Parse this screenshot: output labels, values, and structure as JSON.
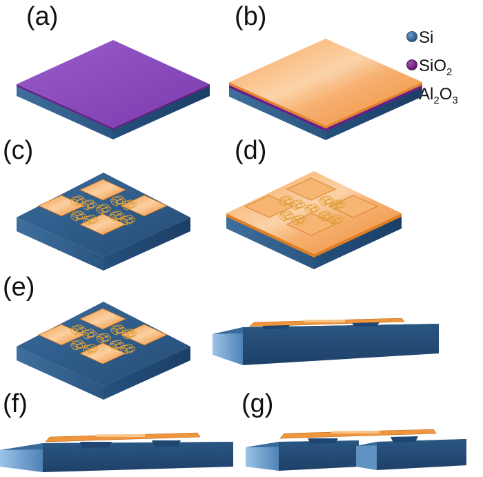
{
  "panels": {
    "a": "(a)",
    "b": "(b)",
    "c": "(c)",
    "d": "(d)",
    "e": "(e)",
    "f": "(f)",
    "g": "(g)"
  },
  "legend": {
    "si": "Si",
    "sio2_base": "SiO",
    "sio2_sub": "2",
    "al2o3_al": "Al",
    "al2o3_sub1": "2",
    "al2o3_o": "O",
    "al2o3_sub2": "3"
  },
  "colors": {
    "si": "#2f5d8c",
    "sio2": "#7a2a8a",
    "al2o3": "#f0963c"
  }
}
